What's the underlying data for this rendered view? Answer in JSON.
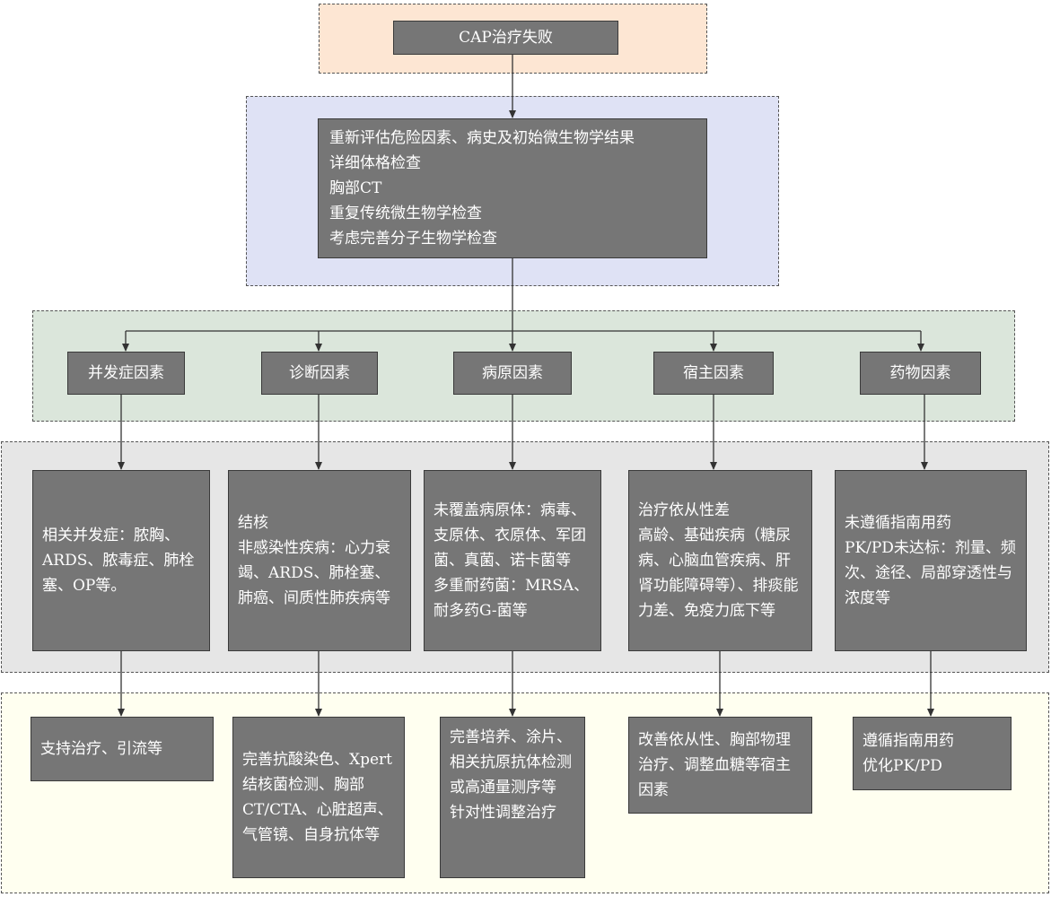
{
  "colors": {
    "node_fill": "#767676",
    "region_top": "#fde6d3",
    "region_assess": "#dfe2f5",
    "region_factors": "#dbe6db",
    "region_causes": "#e6e6e6",
    "region_actions": "#fffff0"
  },
  "top": {
    "title": "CAP治疗失败"
  },
  "assess": {
    "lines": [
      "重新评估危险因素、病史及初始微生物学结果",
      "详细体格检查",
      "胸部CT",
      "重复传统微生物学检查",
      "考虑完善分子生物学检查"
    ]
  },
  "factors": [
    {
      "label": "并发症因素"
    },
    {
      "label": "诊断因素"
    },
    {
      "label": "病原因素"
    },
    {
      "label": "宿主因素"
    },
    {
      "label": "药物因素"
    }
  ],
  "causes": [
    {
      "lines": [
        "相关并发症：脓胸、ARDS、脓毒症、肺栓塞、OP等。"
      ]
    },
    {
      "lines": [
        "结核",
        "非感染性疾病：心力衰竭、ARDS、肺栓塞、肺癌、间质性肺疾病等"
      ]
    },
    {
      "lines": [
        "未覆盖病原体：病毒、支原体、衣原体、军团菌、真菌、诺卡菌等",
        "多重耐药菌：MRSA、耐多药G-菌等"
      ]
    },
    {
      "lines": [
        "治疗依从性差",
        "高龄、基础疾病（糖尿病、心脑血管疾病、肝肾功能障碍等）、排痰能力差、免疫力底下等"
      ]
    },
    {
      "lines": [
        "未遵循指南用药",
        "PK/PD未达标：剂量、频次、途径、局部穿透性与浓度等"
      ]
    }
  ],
  "actions": [
    {
      "lines": [
        "支持治疗、引流等"
      ]
    },
    {
      "lines": [
        "完善抗酸染色、Xpert结核菌检测、胸部CT/CTA、心脏超声、气管镜、自身抗体等"
      ]
    },
    {
      "lines": [
        "完善培养、涂片、相关抗原抗体检测或高通量测序等",
        "针对性调整治疗"
      ]
    },
    {
      "lines": [
        "改善依从性、胸部物理治疗、调整血糖等宿主因素"
      ]
    },
    {
      "lines": [
        "遵循指南用药",
        "优化PK/PD"
      ]
    }
  ]
}
